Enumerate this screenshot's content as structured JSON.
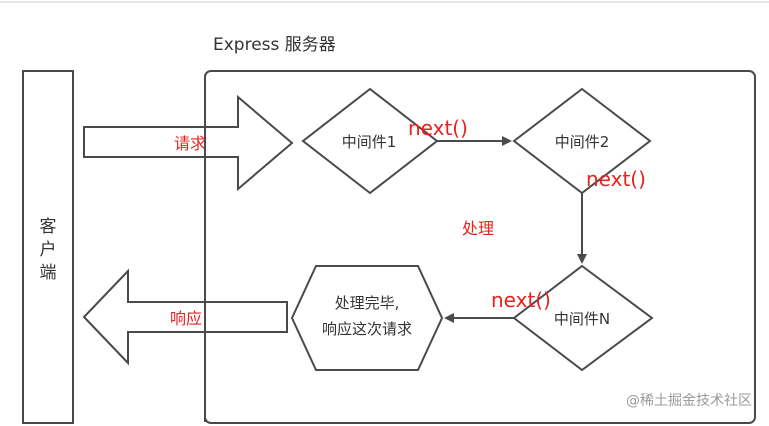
{
  "diagram": {
    "title": "Express 服务器",
    "client_label": [
      "客",
      "户",
      "端"
    ],
    "request_label": "请求",
    "response_label": "响应",
    "process_label": "处理",
    "middleware_1": "中间件1",
    "middleware_2": "中间件2",
    "middleware_n": "中间件N",
    "done_line1": "处理完毕,",
    "done_line2": "响应这次请求",
    "next_labels": [
      "next()",
      "next()",
      "next()"
    ],
    "watermark": "@稀土掘金技术社区",
    "colors": {
      "stroke": "#4a4a4a",
      "annotation_red": "#e8231f",
      "label_text": "#333333",
      "watermark": "#9a9a9a"
    }
  }
}
